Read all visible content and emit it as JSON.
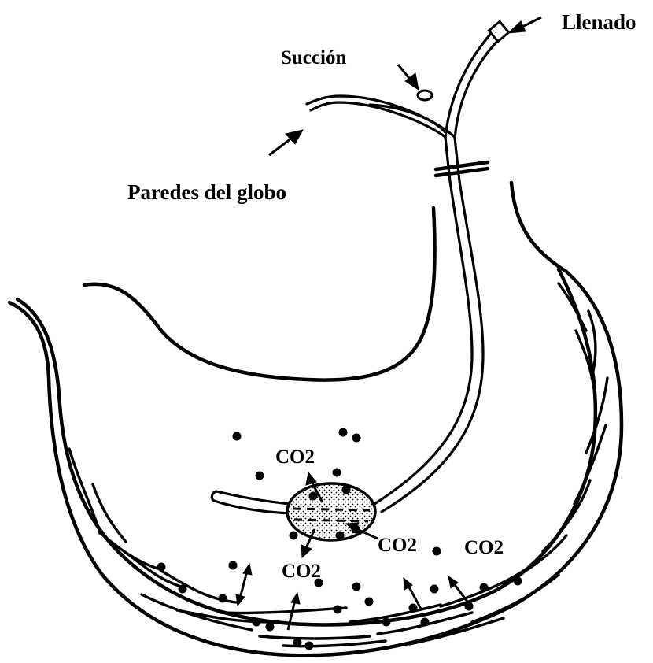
{
  "labels": {
    "llenado": "Llenado",
    "succion": "Succión",
    "paredes": "Paredes del globo",
    "co2_top": "CO2",
    "co2_below_left": "CO2",
    "co2_middle_right": "CO2",
    "co2_far_right": "CO2"
  }
}
